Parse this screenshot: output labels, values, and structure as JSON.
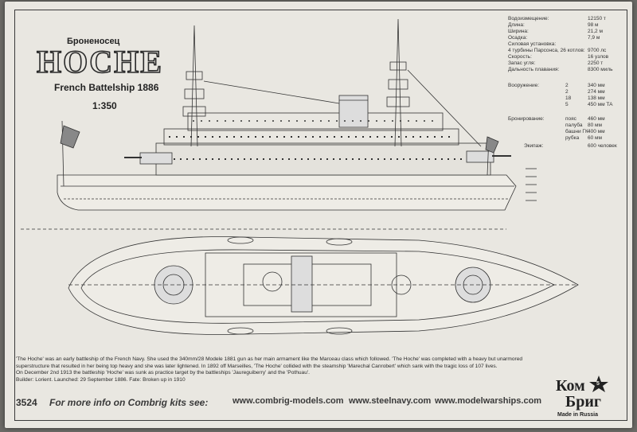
{
  "header": {
    "subtitle": "Броненосец",
    "title": "HOCHE",
    "french_title": "French Battelship 1886",
    "scale": "1:350"
  },
  "specs": {
    "rows": [
      {
        "k": "Водоизмещение:",
        "v": "12150 т"
      },
      {
        "k": "Длина:",
        "v": "98 м"
      },
      {
        "k": "Ширина:",
        "v": "21,2 м"
      },
      {
        "k": "Осадка:",
        "v": "7,9 м"
      },
      {
        "k": "Силовая установка:",
        "v": ""
      },
      {
        "k": "4 турбины Парсонса, 26 котлов:",
        "v": "9700 лс"
      },
      {
        "k": "Скорость:",
        "v": "16 узлов"
      },
      {
        "k": "Запас угля:",
        "v": "2250 т"
      },
      {
        "k": "Дальность плавания:",
        "v": "8300 миль"
      }
    ],
    "armament_label": "Вооружение:",
    "armament": [
      {
        "n": "2",
        "c": "340 мм"
      },
      {
        "n": "2",
        "c": "274 мм"
      },
      {
        "n": "18",
        "c": "138 мм"
      },
      {
        "n": "5",
        "c": "450 мм ТА"
      }
    ],
    "armor_label": "Бронирование:",
    "armor": [
      {
        "k": "пояс",
        "v": "460 мм"
      },
      {
        "k": "палуба",
        "v": "80 мм"
      },
      {
        "k": "башни ГК",
        "v": "400 мм"
      },
      {
        "k": "рубка",
        "v": "60 мм"
      }
    ],
    "crew_label": "Экипаж:",
    "crew_value": "600 человек"
  },
  "description": [
    "'The Hoche' was an early battleship of the French Navy. She used the 340mm/28 Modele 1881 gun as her main armament like the Marceau class which followed. 'The Hoche' was completed with a heavy but unarmored",
    "superstructure that resulted in her being top heavy and she was later lightened. In 1892 off Marseilles, 'The Hoche' collided with the steamship 'Marechal Canrobert' which sank with the tragic loss of 107 lives.",
    "On December 2nd 1913 the battleship 'Hoche' was sunk as practice target by the battleships 'Jaureguiberry' and the 'Pothuau'.",
    "Builder: Lorient. Launched: 29 September 1886. Fate: Broken up in 1910"
  ],
  "footer": {
    "code": "3524",
    "more_info": "For more info on Combrig kits see:",
    "urls": [
      "www.combrig-models.com",
      "www.steelnavy.com",
      "www.modelwarships.com"
    ]
  },
  "logo": {
    "line1": "Ком",
    "line2": "Бриг",
    "made_in": "Made in Russia",
    "star_number": "5"
  }
}
